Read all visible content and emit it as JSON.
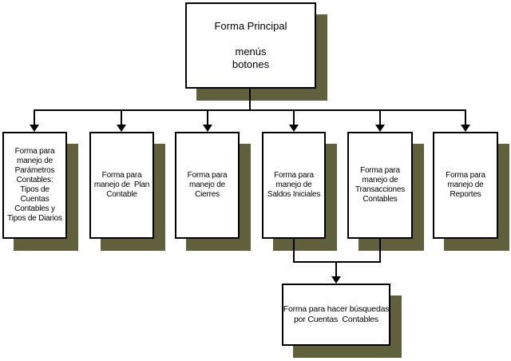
{
  "colors": {
    "shadow": "#60603D",
    "line": "#000000",
    "box_background": "#FFFFFF",
    "page_background": "#FFFFFF",
    "text": "#000000"
  },
  "nodes": {
    "root": {
      "label": "Forma Principal\n\nmenús\nbotones"
    },
    "children": [
      {
        "label": "Forma para\nmanejo de\nParámetros\nContables:\nTipos de\nCuentas\nContables y\nTipos de Diarios"
      },
      {
        "label": "Forma para\nmanejo de  Plan\nContable"
      },
      {
        "label": "Forma para\nmanejo de\nCierres"
      },
      {
        "label": "Forma para\nmanejo de\nSaldos Iniciales"
      },
      {
        "label": "Forma para\nmanejo de\nTransacciones\nContables"
      },
      {
        "label": "Forma para\nmanejo de\nReportes"
      }
    ],
    "search": {
      "label": "Forma para hacer búsquedas\npor Cuentas  Contables"
    }
  }
}
